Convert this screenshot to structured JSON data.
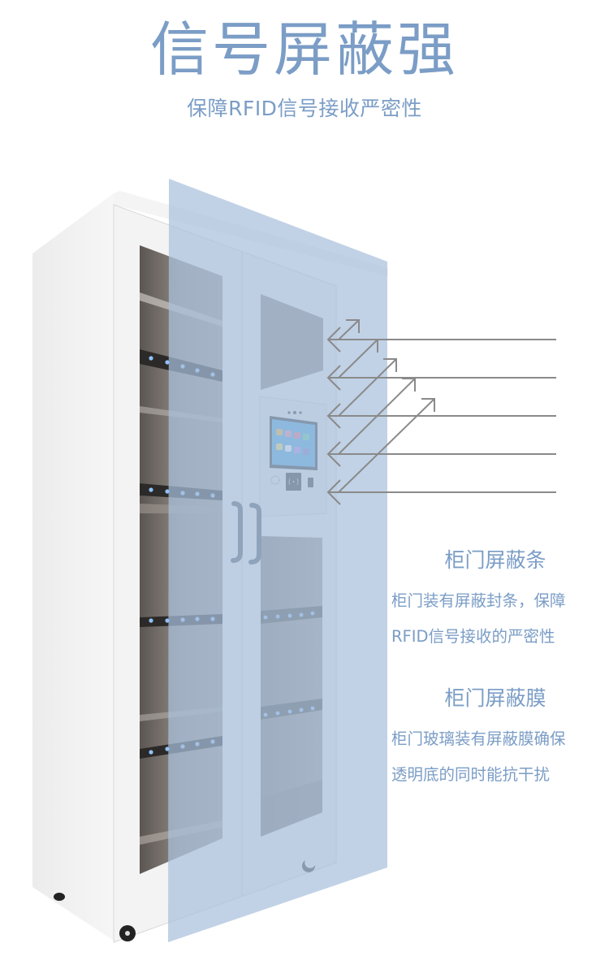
{
  "header": {
    "title": "信号屏蔽强",
    "subtitle": "保障RFID信号接收严密性"
  },
  "features": [
    {
      "title": "柜门屏蔽条",
      "lines": [
        "柜门装有屏蔽封条，保障",
        "RFID信号接收的严密性"
      ]
    },
    {
      "title": "柜门屏蔽膜",
      "lines": [
        "柜门玻璃装有屏蔽膜确保",
        "透明底的同时能抗干扰"
      ]
    }
  ],
  "illustration": {
    "subject": "RFID smart storage cabinet",
    "shield_panel_color": "#b7cbe2",
    "arrow_count": 5,
    "arrow_color": "#8a8a8a",
    "led_color": "#8fc3ff",
    "text_color": "#7b9dc6"
  }
}
